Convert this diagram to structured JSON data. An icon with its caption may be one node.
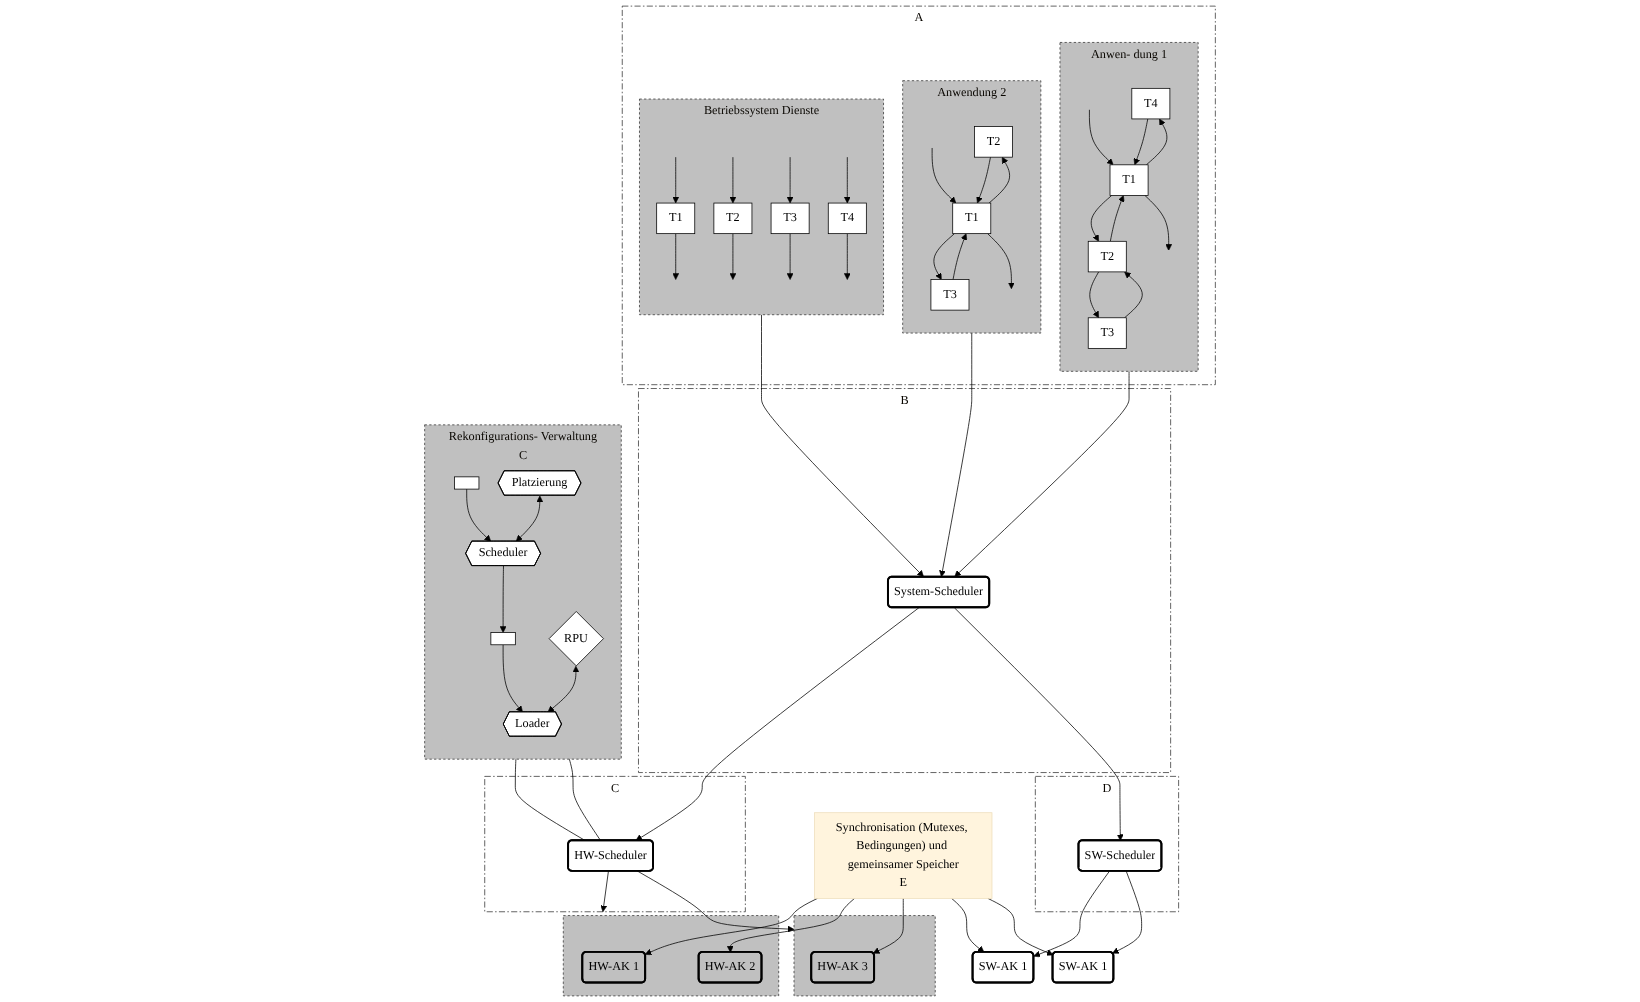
{
  "diagram": {
    "nodes": [
      {
        "text": [
          "A"
        ]
      },
      {
        "text": [
          "Anwen- dung 1"
        ],
        "in": 0
      },
      {
        "text": [
          "T4"
        ],
        "in": 1
      },
      {
        "text": [
          "T3"
        ],
        "in": 1
      },
      {
        "text": [
          "T2"
        ],
        "in": 1
      },
      {
        "text": [
          "T1"
        ],
        "in": 1
      },
      {
        "text": [
          "Anwendung 2"
        ],
        "in": 0
      },
      {
        "text": [
          "T2"
        ],
        "in": 6
      },
      {
        "text": [
          "T1"
        ],
        "in": 6
      },
      {
        "text": [
          "T3"
        ],
        "in": 6
      },
      {
        "text": [
          "Betriebssystem Dienste"
        ],
        "in": 0
      },
      {
        "text": [
          "T1"
        ],
        "in": 10
      },
      {
        "text": [
          "T2"
        ],
        "in": 10
      },
      {
        "text": [
          "T3"
        ],
        "in": 10
      },
      {
        "text": [
          "T4"
        ],
        "in": 10
      },
      {
        "text": [
          "B"
        ]
      },
      {
        "text": [
          "System-Scheduler"
        ],
        "in": 15
      },
      {
        "text": [
          "C"
        ]
      },
      {
        "text": [
          "HW-Scheduler"
        ],
        "in": 17
      },
      {
        "text": [
          "D"
        ]
      },
      {
        "text": [
          "SW-Scheduler"
        ],
        "in": 19
      },
      {
        "text": [],
        "shape": "box"
      },
      {
        "text": [
          "HW-AK 1"
        ],
        "in": 21
      },
      {
        "text": [
          "HW-AK 2"
        ],
        "in": 21
      },
      {
        "text": [],
        "shape": "box"
      },
      {
        "text": [
          "HW-AK 3"
        ],
        "in": 24
      },
      {
        "text": [
          "SW-AK 1"
        ]
      },
      {
        "text": [
          "SW-AK 1"
        ]
      },
      {
        "text": [
          "Synchronisation (Mutexes, Bedingungen) und gemeinsamer Speicher",
          "E"
        ]
      },
      {
        "text": [
          "Rekonfigurations- Verwaltung",
          "C"
        ]
      },
      {
        "text": [],
        "shape": "box",
        "in": 29
      },
      {
        "text": [
          "Platzierung"
        ],
        "in": 29
      },
      {
        "text": [
          "Scheduler"
        ],
        "in": 29
      },
      {
        "text": [],
        "shape": "box",
        "in": 29
      },
      {
        "text": [
          "RPU"
        ],
        "in": 29
      },
      {
        "text": [
          "Loader"
        ],
        "in": 29
      }
    ],
    "edges": [
      {
        "from": 1,
        "to": 16,
        "arrow": "to"
      },
      {
        "from": 6,
        "to": 16,
        "arrow": "to"
      },
      {
        "from": 10,
        "to": 16,
        "arrow": "to"
      },
      {
        "from": 16,
        "to": 18,
        "arrow": "to"
      },
      {
        "from": 16,
        "to": 20,
        "arrow": "to"
      },
      {
        "from": 18,
        "to": 21,
        "arrow": "to"
      },
      {
        "from": 18,
        "to": 24,
        "arrow": "to"
      },
      {
        "from": 20,
        "to": 26,
        "arrow": "to"
      },
      {
        "from": 20,
        "to": 27,
        "arrow": "to"
      },
      {
        "from": 28,
        "to": 22,
        "arrow": "to"
      },
      {
        "from": 28,
        "to": 23,
        "arrow": "to"
      },
      {
        "from": 28,
        "to": 25,
        "arrow": "to"
      },
      {
        "from": 28,
        "to": 26,
        "arrow": "to"
      },
      {
        "from": 28,
        "to": 27,
        "arrow": "to"
      },
      {
        "from": 29,
        "to": 18,
        "arrow": "none"
      },
      {
        "from": 29,
        "to": 18,
        "arrow": "none"
      },
      {
        "from": 30,
        "to": 32,
        "arrow": "to"
      },
      {
        "from": 31,
        "to": 32,
        "arrow": "both"
      },
      {
        "from": 32,
        "to": 33,
        "arrow": "to"
      },
      {
        "from": 33,
        "to": 35,
        "arrow": "to"
      },
      {
        "from": 34,
        "to": 35,
        "arrow": "both"
      },
      {
        "from": null,
        "to": 5,
        "arrow": "to"
      },
      {
        "from": 5,
        "to": 2,
        "arrow": "to"
      },
      {
        "from": 5,
        "to": 4,
        "arrow": "to"
      },
      {
        "from": 4,
        "to": 3,
        "arrow": "to"
      },
      {
        "from": 3,
        "to": 4,
        "arrow": "to"
      },
      {
        "from": 2,
        "to": 5,
        "arrow": "to"
      },
      {
        "from": 4,
        "to": 5,
        "arrow": "to"
      },
      {
        "from": 5,
        "to": null,
        "arrow": "to"
      },
      {
        "from": null,
        "to": 8,
        "arrow": "to"
      },
      {
        "from": 8,
        "to": 7,
        "arrow": "to"
      },
      {
        "from": 8,
        "to": 9,
        "arrow": "to"
      },
      {
        "from": 7,
        "to": 8,
        "arrow": "to"
      },
      {
        "from": 9,
        "to": 8,
        "arrow": "to"
      },
      {
        "from": 8,
        "to": null,
        "arrow": "to"
      },
      {
        "from": null,
        "to": 11,
        "arrow": "to"
      },
      {
        "from": null,
        "to": 12,
        "arrow": "to"
      },
      {
        "from": null,
        "to": 13,
        "arrow": "to"
      },
      {
        "from": null,
        "to": 14,
        "arrow": "to"
      },
      {
        "from": 11,
        "to": null,
        "arrow": "to"
      },
      {
        "from": 12,
        "to": null,
        "arrow": "to"
      },
      {
        "from": 13,
        "to": null,
        "arrow": "to"
      },
      {
        "from": 14,
        "to": null,
        "arrow": "to"
      }
    ]
  }
}
